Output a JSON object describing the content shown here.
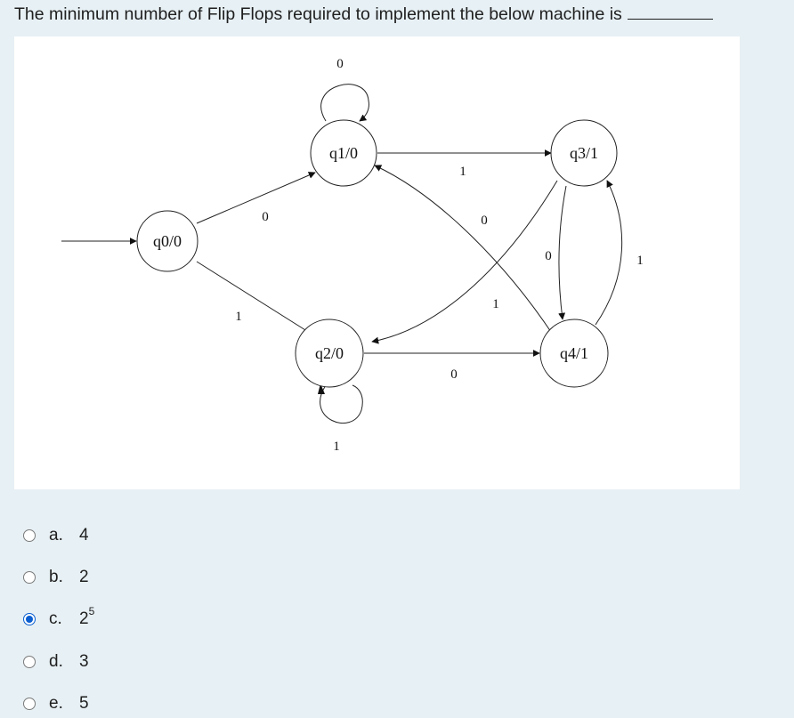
{
  "question": {
    "text": "The minimum number of Flip Flops required to implement the below machine is"
  },
  "diagram": {
    "states": {
      "q0": "q0/0",
      "q1": "q1/0",
      "q2": "q2/0",
      "q3": "q3/1",
      "q4": "q4/1"
    },
    "edge_labels": {
      "q1_self": "0",
      "q0_q1": "0",
      "q1_q3": "1",
      "q3_q2": "0",
      "q3_q4": "0",
      "q4_q3": "1",
      "q4_q1": "1",
      "q0_q2": "1",
      "q2_q4": "0",
      "q2_self": "1"
    }
  },
  "options": [
    {
      "letter": "a.",
      "value": "4",
      "selected": false
    },
    {
      "letter": "b.",
      "value": "2",
      "selected": false
    },
    {
      "letter": "c.",
      "base": "2",
      "exponent": "5",
      "selected": true
    },
    {
      "letter": "d.",
      "value": "3",
      "selected": false
    },
    {
      "letter": "e.",
      "value": "5",
      "selected": false
    }
  ],
  "colors": {
    "page_background": "#e7f0f4",
    "radio_selected": "#0b5fd0"
  }
}
